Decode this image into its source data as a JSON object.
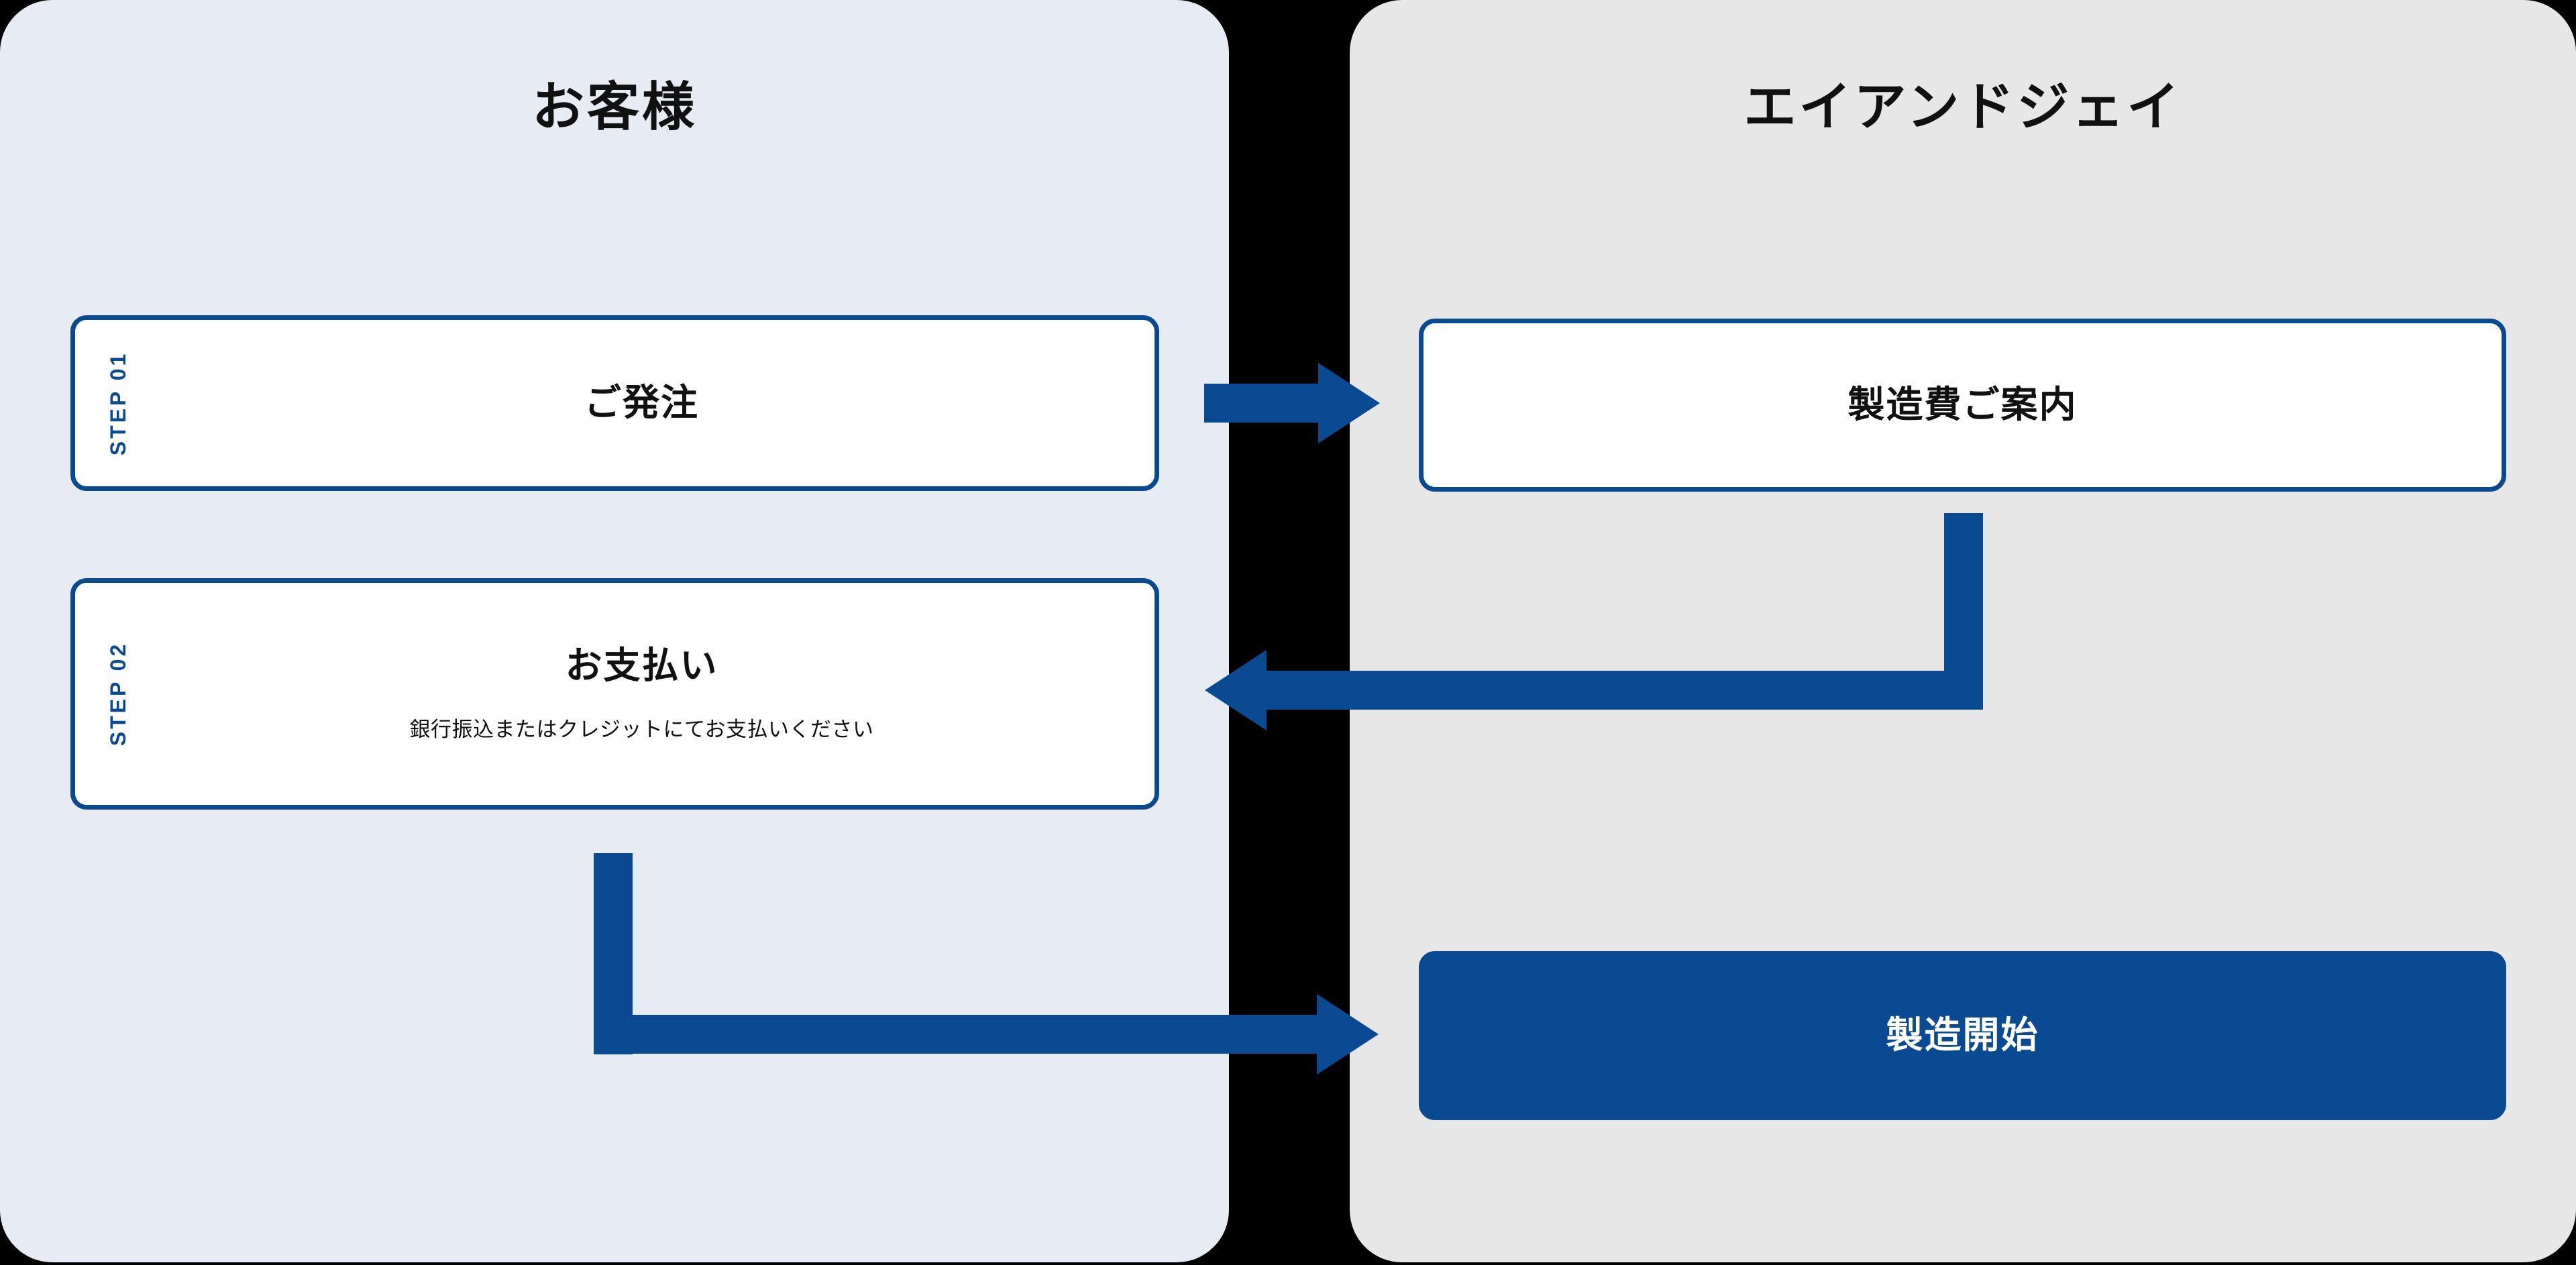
{
  "colors": {
    "background": "#000000",
    "left_panel_bg": "#e7ecf4",
    "right_panel_bg": "#e7e7e7",
    "accent": "#0a4a93",
    "card_bg": "#ffffff",
    "text": "#111111",
    "inverse_text": "#ffffff"
  },
  "left_panel": {
    "title": "お客様",
    "cards": [
      {
        "step_label": "STEP 01",
        "title": "ご発注",
        "description": ""
      },
      {
        "step_label": "STEP 02",
        "title": "お支払い",
        "description": "銀行振込またはクレジットにてお支払いください"
      }
    ]
  },
  "right_panel": {
    "title": "エイアンドジェイ",
    "cards": [
      {
        "title": "製造費ご案内",
        "filled": false
      },
      {
        "title": "製造開始",
        "filled": true
      }
    ]
  },
  "arrows": [
    {
      "name": "order-to-quote",
      "direction": "right",
      "from": "ご発注",
      "to": "製造費ご案内"
    },
    {
      "name": "quote-to-payment",
      "direction": "left",
      "from": "製造費ご案内",
      "to": "お支払い"
    },
    {
      "name": "payment-to-production",
      "direction": "right",
      "from": "お支払い",
      "to": "製造開始"
    }
  ]
}
